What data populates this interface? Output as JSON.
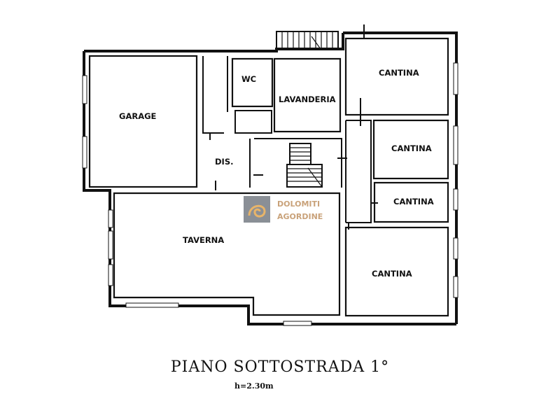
{
  "rooms": {
    "garage": "GARAGE",
    "wc": "WC",
    "lavanderia": "LAVANDERIA",
    "cantina_1": "CANTINA",
    "cantina_2": "CANTINA",
    "cantina_3": "CANTINA",
    "cantina_4": "CANTINA",
    "dis": "DIS.",
    "taverna": "TAVERNA"
  },
  "watermark": {
    "line1": "DOLOMITI",
    "line2": "AGORDINE",
    "logo_color": "#c9a27a"
  },
  "caption": {
    "title": "PIANO SOTTOSTRADA 1°",
    "height": "h=2.30m"
  }
}
